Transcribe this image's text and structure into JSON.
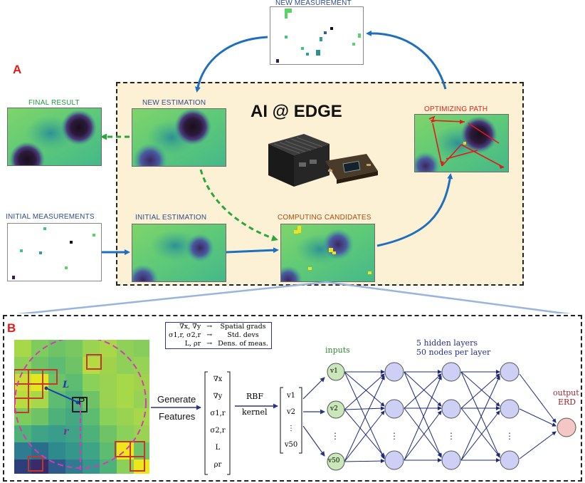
{
  "panel_a": {
    "letter": "A",
    "center_title": "AI @ EDGE",
    "labels": {
      "new_measurement": "NEW MEASUREMENT",
      "final_result": "FINAL RESULT",
      "new_estimation": "NEW ESTIMATION",
      "optimizing_path": "OPTIMIZING PATH",
      "initial_measurements": "INITIAL MEASUREMENTS",
      "initial_estimation": "INITIAL ESTIMATION",
      "computing_candidates": "COMPUTING CANDIDATES"
    },
    "colors": {
      "blue_label": "#2f4b8f",
      "green_label": "#1f9e3f",
      "red_label": "#e0251b",
      "brown_label": "#b14a10",
      "edge_box_fill": "#fcf1d4",
      "arrow_blue": "#1f6fbf",
      "arrow_green": "#29a83a"
    }
  },
  "panel_b": {
    "letter": "B",
    "feature_table": [
      {
        "sym": "∇x, ∇y",
        "arrow": "→",
        "desc": "Spatial grads"
      },
      {
        "sym": "σ1,r, σ2,r",
        "arrow": "→",
        "desc": "Std. devs"
      },
      {
        "sym": "L, ρr",
        "arrow": "→",
        "desc": "Dens. of meas."
      }
    ],
    "grid_labels": {
      "L": "L",
      "P": "P",
      "r": "r"
    },
    "generate": "Generate",
    "features": "Features",
    "feature_vector": [
      "∇x",
      "∇y",
      "σ1,r",
      "σ2,r",
      "L",
      "ρr"
    ],
    "rbf": "RBF",
    "kernel": "kernel",
    "rbf_vector": [
      "v1",
      "v2",
      "⋮",
      "v50"
    ],
    "inputs_label": "inputs",
    "hidden_label_1": "5 hidden layers",
    "hidden_label_2": "50 nodes per layer",
    "input_nodes": [
      "v1",
      "v2",
      "v50"
    ],
    "output_label_1": "output",
    "output_label_2": "ERD",
    "colors": {
      "input_node": "#c9e7b8",
      "hidden_node": "#cdd0f4",
      "output_node": "#f5c6c6",
      "edge": "#1e2a7a",
      "green_text": "#2e8b2e",
      "navy_text": "#24308a",
      "output_text": "#a2262e"
    }
  }
}
